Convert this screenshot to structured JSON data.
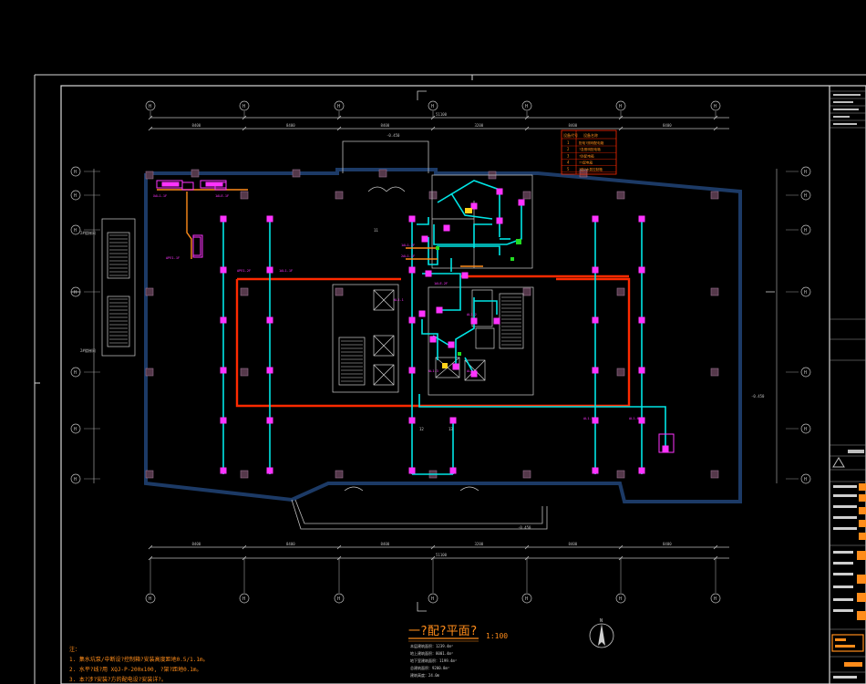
{
  "drawing": {
    "title": "一?配?平面?",
    "scale": "1:100",
    "notes_heading": "注：",
    "notes": [
      "1. 集水坑泵/中断设?控制箱?安装高度距地0.5/1.1m。",
      "2. 水平?线?用 XQJ-P-200x100, ?架?距地0.1m。",
      "3. 本?涉?安装?方的配电设?安装详?。"
    ],
    "area_lines": [
      "本层建筑面积：1239.4m²",
      "地上建筑面积：8001.4m²",
      "地下室建筑面积：1199.4m²",
      "总建筑面积：9200.8m²",
      "建筑高度：24.0m"
    ],
    "legend_header": [
      "设备代号",
      "设备名称"
    ],
    "legend_rows": [
      [
        "1",
        "配电?照明配电箱"
      ],
      [
        "2",
        "?急照明配电箱"
      ],
      [
        "3",
        "?防配电箱"
      ],
      [
        "4",
        "??配电箱"
      ],
      [
        "5",
        "?防?水泵控制箱"
      ]
    ],
    "top_dims_total": "51100",
    "bottom_dims_total": "51100",
    "top_dims": [
      "8400",
      "8400",
      "8400",
      "3200",
      "8400",
      "8400"
    ],
    "bottom_dims": [
      "8400",
      "8400",
      "8400",
      "3200",
      "8400",
      "8400"
    ],
    "elevation_a": "-0.450",
    "elevation_b": "-0.450",
    "side_label_left": "2#楼梯间",
    "room_numbers": [
      "11",
      "12",
      "13"
    ],
    "labels_magenta": [
      "XAL1-1F",
      "1ALE-1F",
      "APE1-1F",
      "APE1-2F",
      "1AL1-1F",
      "1AL1-2F",
      "2AL1-1F",
      "1ALE-2F",
      "AL1-1",
      "AL1-2",
      "AL1-3",
      "AL1-4",
      "AL1-5",
      "AL1-6"
    ],
    "grid_top": [
      "H",
      "H",
      "H",
      "H",
      "H",
      "H",
      "H",
      "H"
    ],
    "grid_side": [
      "H",
      "H",
      "H",
      "H",
      "H",
      "H",
      "H"
    ],
    "north_label": "N"
  },
  "colors": {
    "background": "#000000",
    "frame": "#d8d8d8",
    "wall": "#1c3a66",
    "cyan": "#00e6e6",
    "magenta": "#ff33ff",
    "red": "#ff2a00",
    "green": "#22dd22",
    "yellow": "#ffd21a",
    "orange": "#ff8c1a",
    "white": "#e6e6e6"
  }
}
